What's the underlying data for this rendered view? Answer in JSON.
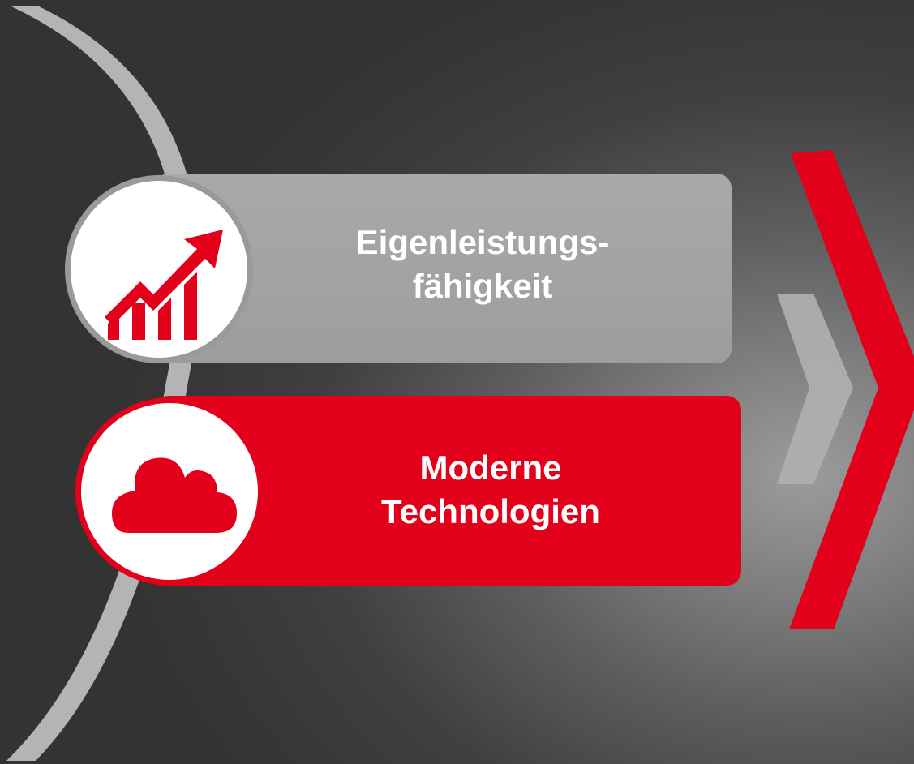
{
  "items": [
    {
      "label_line1": "Eigenleistungs-",
      "label_line2": "fähigkeit",
      "icon": "growth-chart-icon",
      "box_color": "#a3a3a3"
    },
    {
      "label_line1": "Moderne",
      "label_line2": "Technologien",
      "icon": "cloud-icon",
      "box_color": "#e2001a"
    }
  ],
  "colors": {
    "accent": "#e2001a",
    "arc": "#b4b4b4",
    "small_chevron": "#b0b0b0"
  }
}
